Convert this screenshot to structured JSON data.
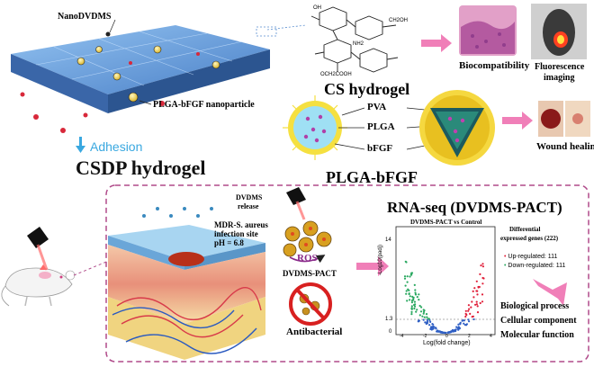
{
  "hydrogel": {
    "nano_label": "NanoDVDMS",
    "plga_label": "PLGA-bFGF nanoparticle",
    "adhesion": "Adhesion",
    "title": "CSDP hydrogel"
  },
  "cs_hydrogel": {
    "title": "CS hydrogel",
    "groups": [
      "OH",
      "NH2",
      "OCH2COOH",
      "CH2OH"
    ]
  },
  "outcomes": {
    "biocompat": "Biocompatibility",
    "fluor_line1": "Fluorescence",
    "fluor_line2": "imaging",
    "wound": "Wound healing"
  },
  "plga_bfgf": {
    "title": "PLGA-bFGF",
    "pva": "PVA",
    "plga": "PLGA",
    "bfgf": "bFGF"
  },
  "mechanism": {
    "release_line1": "DVDMS",
    "release_line2": "release",
    "mdr_line1": "MDR-S. aureus",
    "mdr_line2": "infection site",
    "ph": "pH = 6.8",
    "ros": "ROS",
    "pact": "DVDMS-PACT",
    "antibacterial": "Antibacterial"
  },
  "rnaseq": {
    "title": "RNA-seq (DVDMS-PACT)",
    "plot_title": "DVDMS-PACT vs Control",
    "ylabel": "-Log10(padj)",
    "xlabel": "Log(fold change)",
    "yticks": [
      "14",
      "1.3",
      "0"
    ],
    "xticks": [
      "-4",
      "-2",
      "0",
      "2",
      "4"
    ],
    "diff_title_1": "Differential",
    "diff_title_2": "expressed genes (222)",
    "up": "Up-regulated: 111",
    "down": "Down-regulated: 111",
    "process_1": "Biological process",
    "process_2": "Cellular component",
    "process_3": "Molecular function"
  },
  "colors": {
    "gel": "#5a8fd0",
    "arrow_pink": "#f07fb8",
    "adhesion_blue": "#3aa8e0",
    "dashed_border": "#b04a8a",
    "up_red": "#e0203a",
    "down_green": "#2aa860"
  }
}
